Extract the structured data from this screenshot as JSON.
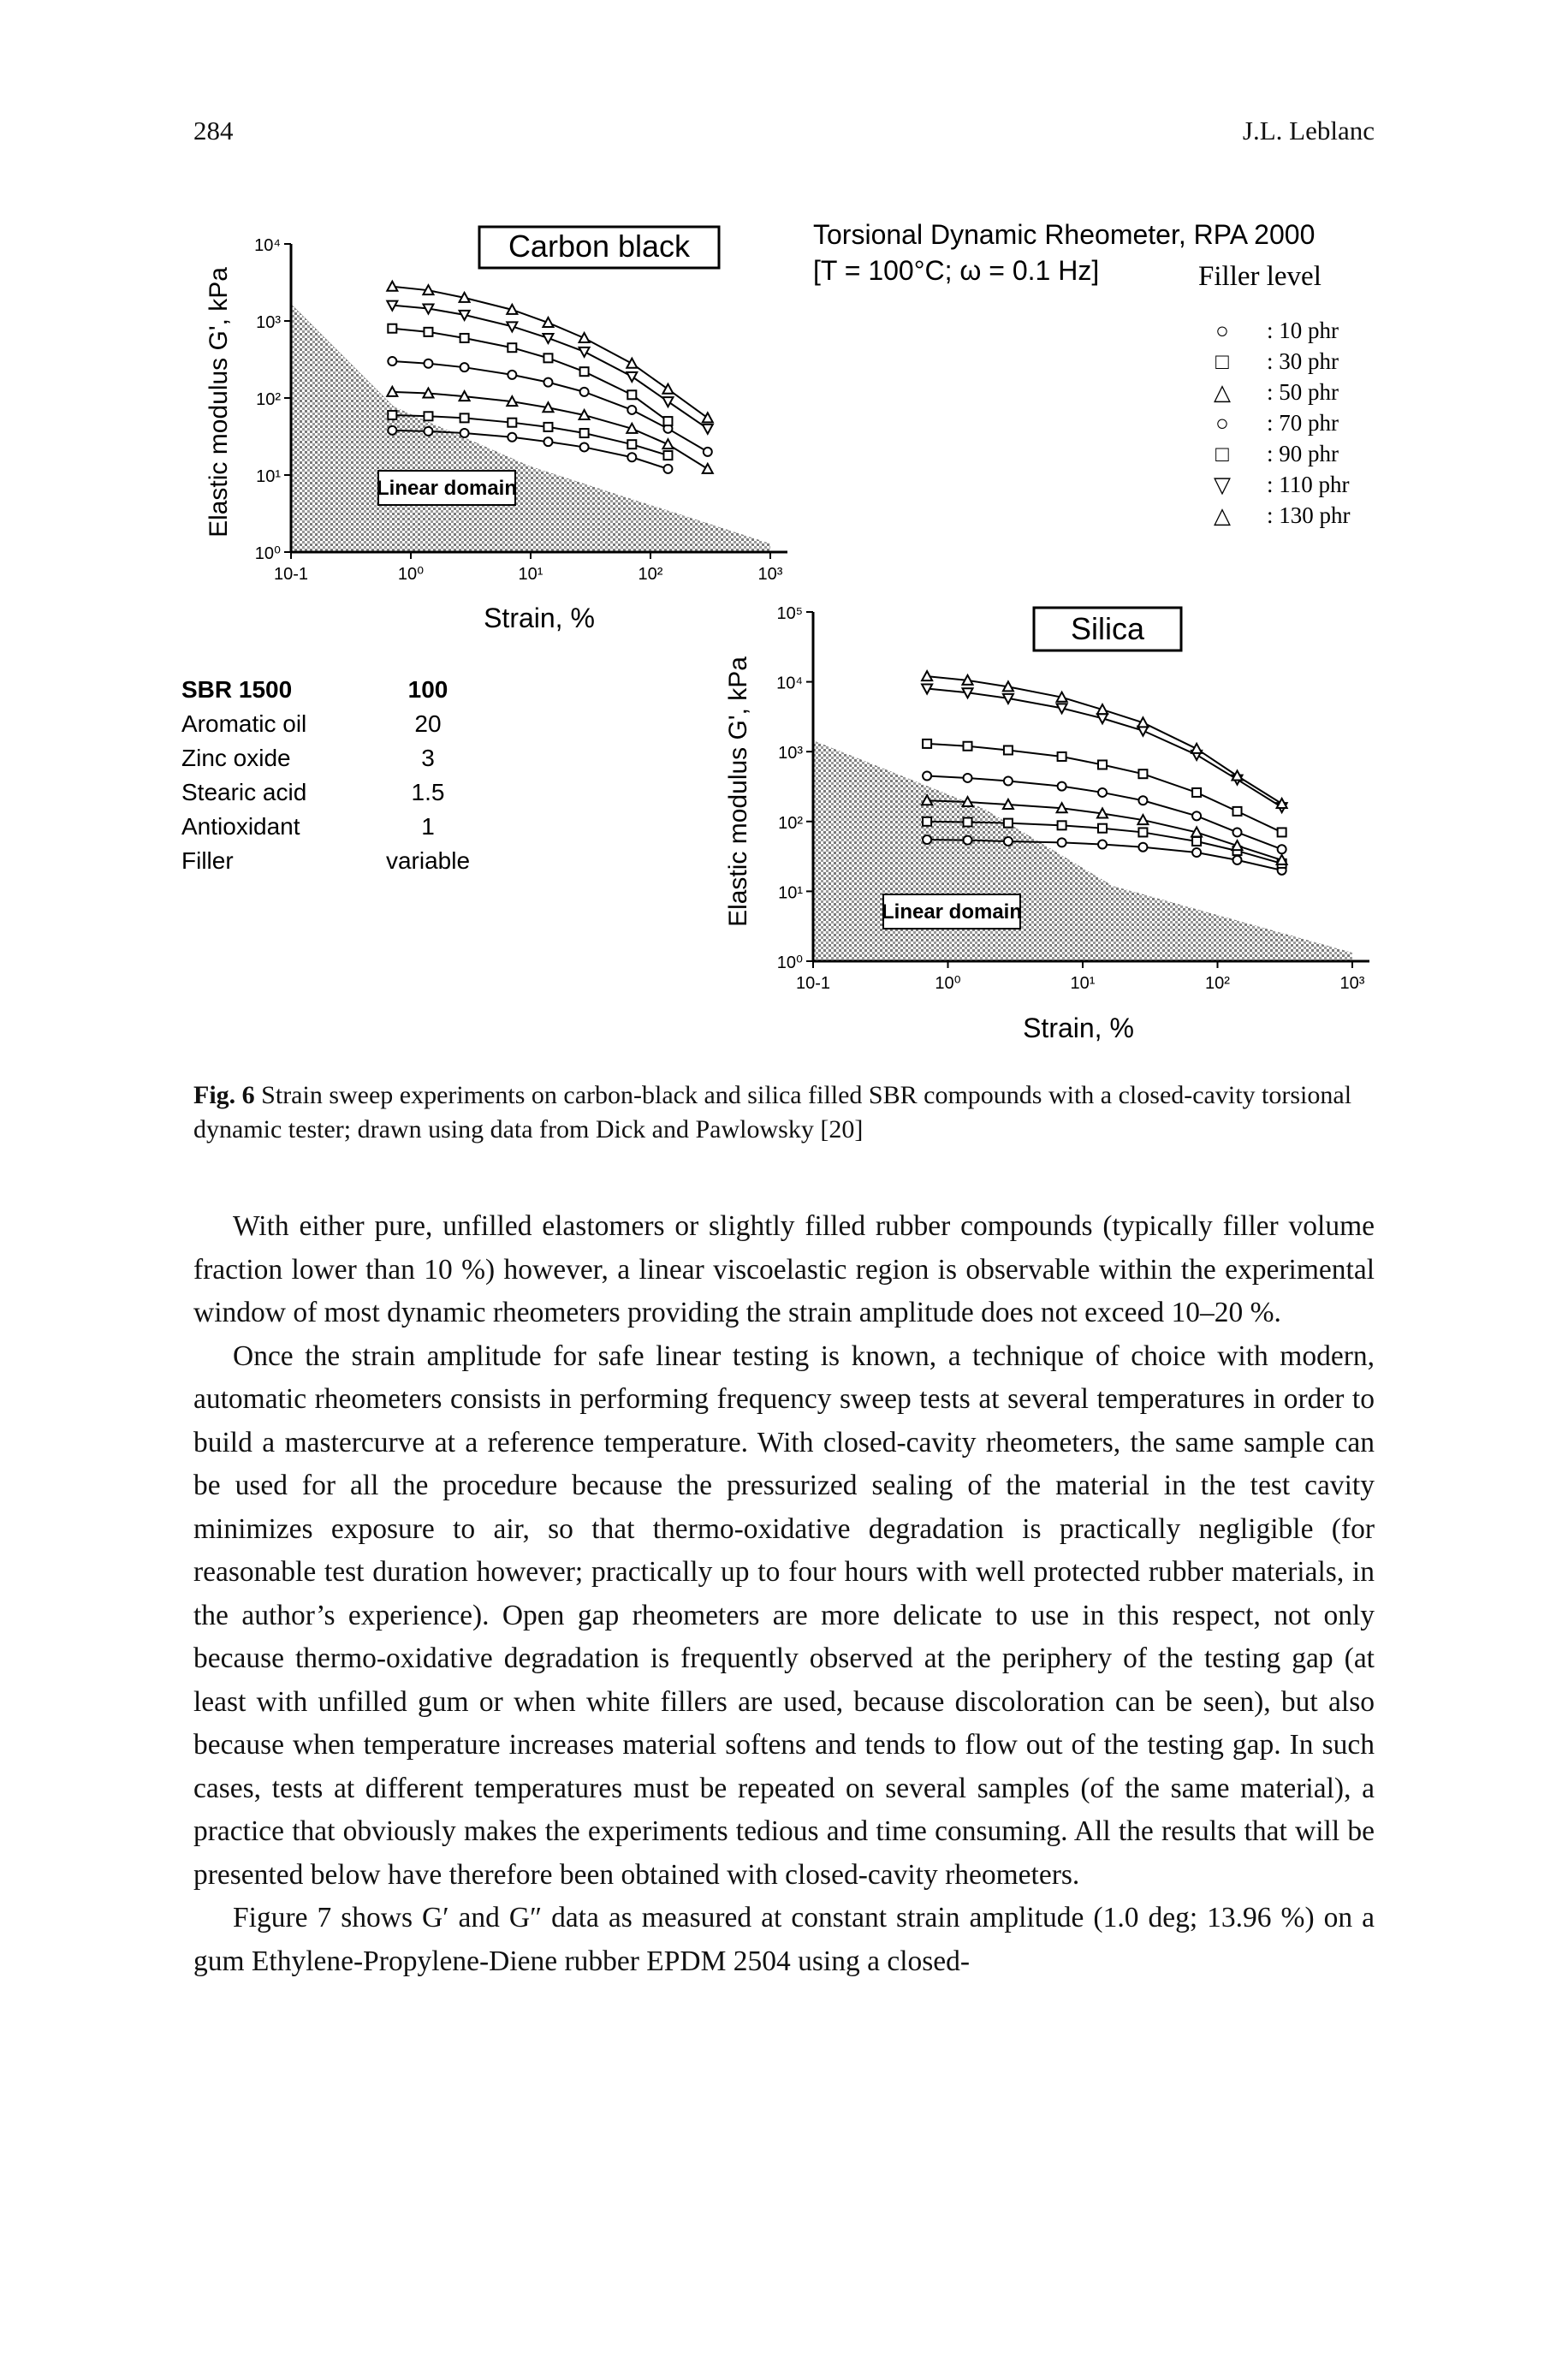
{
  "header": {
    "page_number": "284",
    "author": "J.L. Leblanc"
  },
  "figure": {
    "rheometer_title": "Torsional Dynamic Rheometer, RPA 2000",
    "conditions": "[T = 100°C; ω = 0.1 Hz]",
    "legend_title": "Filler level",
    "legend": [
      {
        "symbol": "○",
        "label": ": 10 phr"
      },
      {
        "symbol": "□",
        "label": ": 30 phr"
      },
      {
        "symbol": "△",
        "label": ": 50 phr"
      },
      {
        "symbol": "○",
        "label": ": 70 phr"
      },
      {
        "symbol": "□",
        "label": ": 90 phr"
      },
      {
        "symbol": "▽",
        "label": ": 110 phr"
      },
      {
        "symbol": "△",
        "label": ": 130 phr"
      }
    ],
    "recipe": [
      {
        "name": "SBR 1500",
        "value": "100"
      },
      {
        "name": "Aromatic oil",
        "value": "20"
      },
      {
        "name": "Zinc oxide",
        "value": "3"
      },
      {
        "name": "Stearic acid",
        "value": "1.5"
      },
      {
        "name": "Antioxidant",
        "value": "1"
      },
      {
        "name": "Filler",
        "value": "variable"
      }
    ]
  },
  "chart_data": [
    {
      "type": "line",
      "title": "Carbon black",
      "xlabel": "Strain, %",
      "ylabel": "Elastic modulus G', kPa",
      "xscale": "log",
      "yscale": "log",
      "xlim": [
        0.1,
        1000
      ],
      "ylim": [
        1,
        10000
      ],
      "xticks": [
        "10-1",
        "10⁰",
        "10¹",
        "10²",
        "10³"
      ],
      "yticks": [
        "10⁰",
        "10¹",
        "10²",
        "10³",
        "10⁴"
      ],
      "annotation": "Linear domain",
      "series": [
        {
          "symbol": "○",
          "x": [
            0.7,
            1.4,
            2.8,
            7,
            14,
            28,
            70,
            140
          ],
          "y": [
            38,
            37,
            35,
            31,
            27,
            23,
            17,
            12
          ]
        },
        {
          "symbol": "□",
          "x": [
            0.7,
            1.4,
            2.8,
            7,
            14,
            28,
            70,
            140
          ],
          "y": [
            60,
            58,
            55,
            48,
            42,
            35,
            25,
            18
          ]
        },
        {
          "symbol": "△",
          "x": [
            0.7,
            1.4,
            2.8,
            7,
            14,
            28,
            70,
            140,
            300
          ],
          "y": [
            120,
            115,
            105,
            90,
            75,
            60,
            40,
            25,
            12
          ]
        },
        {
          "symbol": "○",
          "x": [
            0.7,
            1.4,
            2.8,
            7,
            14,
            28,
            70,
            140,
            300
          ],
          "y": [
            300,
            280,
            250,
            200,
            160,
            120,
            70,
            40,
            20
          ]
        },
        {
          "symbol": "□",
          "x": [
            0.7,
            1.4,
            2.8,
            7,
            14,
            28,
            70,
            140
          ],
          "y": [
            800,
            720,
            600,
            450,
            330,
            220,
            110,
            50
          ]
        },
        {
          "symbol": "▽",
          "x": [
            0.7,
            1.4,
            2.8,
            7,
            14,
            28,
            70,
            140,
            300
          ],
          "y": [
            1600,
            1450,
            1200,
            850,
            600,
            400,
            190,
            90,
            40
          ]
        },
        {
          "symbol": "△",
          "x": [
            0.7,
            1.4,
            2.8,
            7,
            14,
            28,
            70,
            140,
            300
          ],
          "y": [
            2800,
            2500,
            2000,
            1400,
            950,
            600,
            280,
            130,
            55
          ]
        }
      ]
    },
    {
      "type": "line",
      "title": "Silica",
      "xlabel": "Strain, %",
      "ylabel": "Elastic modulus G', kPa",
      "xscale": "log",
      "yscale": "log",
      "xlim": [
        0.1,
        1000
      ],
      "ylim": [
        1,
        100000
      ],
      "xticks": [
        "10-1",
        "10⁰",
        "10¹",
        "10²",
        "10³"
      ],
      "yticks": [
        "10⁰",
        "10¹",
        "10²",
        "10³",
        "10⁴",
        "10⁵"
      ],
      "annotation": "Linear domain",
      "series": [
        {
          "symbol": "○",
          "x": [
            0.7,
            1.4,
            2.8,
            7,
            14,
            28,
            70,
            140,
            300
          ],
          "y": [
            55,
            54,
            52,
            50,
            47,
            43,
            36,
            28,
            20
          ]
        },
        {
          "symbol": "□",
          "x": [
            0.7,
            1.4,
            2.8,
            7,
            14,
            28,
            70,
            140,
            300
          ],
          "y": [
            100,
            98,
            95,
            88,
            80,
            70,
            52,
            38,
            25
          ]
        },
        {
          "symbol": "△",
          "x": [
            0.7,
            1.4,
            2.8,
            7,
            14,
            28,
            70,
            140,
            300
          ],
          "y": [
            200,
            190,
            175,
            155,
            130,
            105,
            70,
            45,
            28
          ]
        },
        {
          "symbol": "○",
          "x": [
            0.7,
            1.4,
            2.8,
            7,
            14,
            28,
            70,
            140,
            300
          ],
          "y": [
            450,
            420,
            380,
            320,
            260,
            200,
            120,
            70,
            40
          ]
        },
        {
          "symbol": "□",
          "x": [
            0.7,
            1.4,
            2.8,
            7,
            14,
            28,
            70,
            140,
            300
          ],
          "y": [
            1300,
            1200,
            1050,
            850,
            650,
            480,
            260,
            140,
            70
          ]
        },
        {
          "symbol": "▽",
          "x": [
            0.7,
            1.4,
            2.8,
            7,
            14,
            28,
            70,
            140,
            300
          ],
          "y": [
            8000,
            7000,
            5800,
            4200,
            3000,
            2000,
            900,
            400,
            160
          ]
        },
        {
          "symbol": "△",
          "x": [
            0.7,
            1.4,
            2.8,
            7,
            14,
            28,
            70,
            140,
            300
          ],
          "y": [
            12000,
            10500,
            8500,
            6000,
            4000,
            2600,
            1100,
            450,
            180
          ]
        }
      ]
    }
  ],
  "caption": {
    "label": "Fig. 6",
    "text": "Strain sweep experiments on carbon-black and silica filled SBR compounds with a closed-cavity torsional dynamic tester; drawn using data from Dick and Pawlowsky [20]"
  },
  "paragraphs": [
    "With either pure, unfilled elastomers or slightly filled rubber compounds (typically filler volume fraction lower than 10 %) however, a linear viscoelastic region is observable within the experimental window of most dynamic rheometers providing the strain amplitude does not exceed 10–20 %.",
    "Once the strain amplitude for safe linear testing is known, a technique of choice with modern, automatic rheometers consists in performing frequency sweep tests at several temperatures in order to build a mastercurve at a reference temperature. With closed-cavity rheometers, the same sample can be used for all the procedure because the pressurized sealing of the material in the test cavity minimizes exposure to air, so that thermo-oxidative degradation is practically negligible (for reasonable test duration however; practically up to four hours with well protected rubber materials, in the author’s experience). Open gap rheometers are more delicate to use in this respect, not only because thermo-oxidative degradation is frequently observed at the periphery of the testing gap (at least with unfilled gum or when white fillers are used, because discoloration can be seen), but also because when temperature increases material softens and tends to flow out of the testing gap. In such cases, tests at different temperatures must be repeated on several samples (of the same material), a practice that obviously makes the experiments tedious and time consuming. All the results that will be presented below have therefore been obtained with closed-cavity rheometers.",
    "Figure 7 shows G′ and G″ data as measured at constant strain amplitude (1.0 deg; 13.96 %) on a gum Ethylene-Propylene-Diene rubber EPDM 2504 using a closed-"
  ]
}
